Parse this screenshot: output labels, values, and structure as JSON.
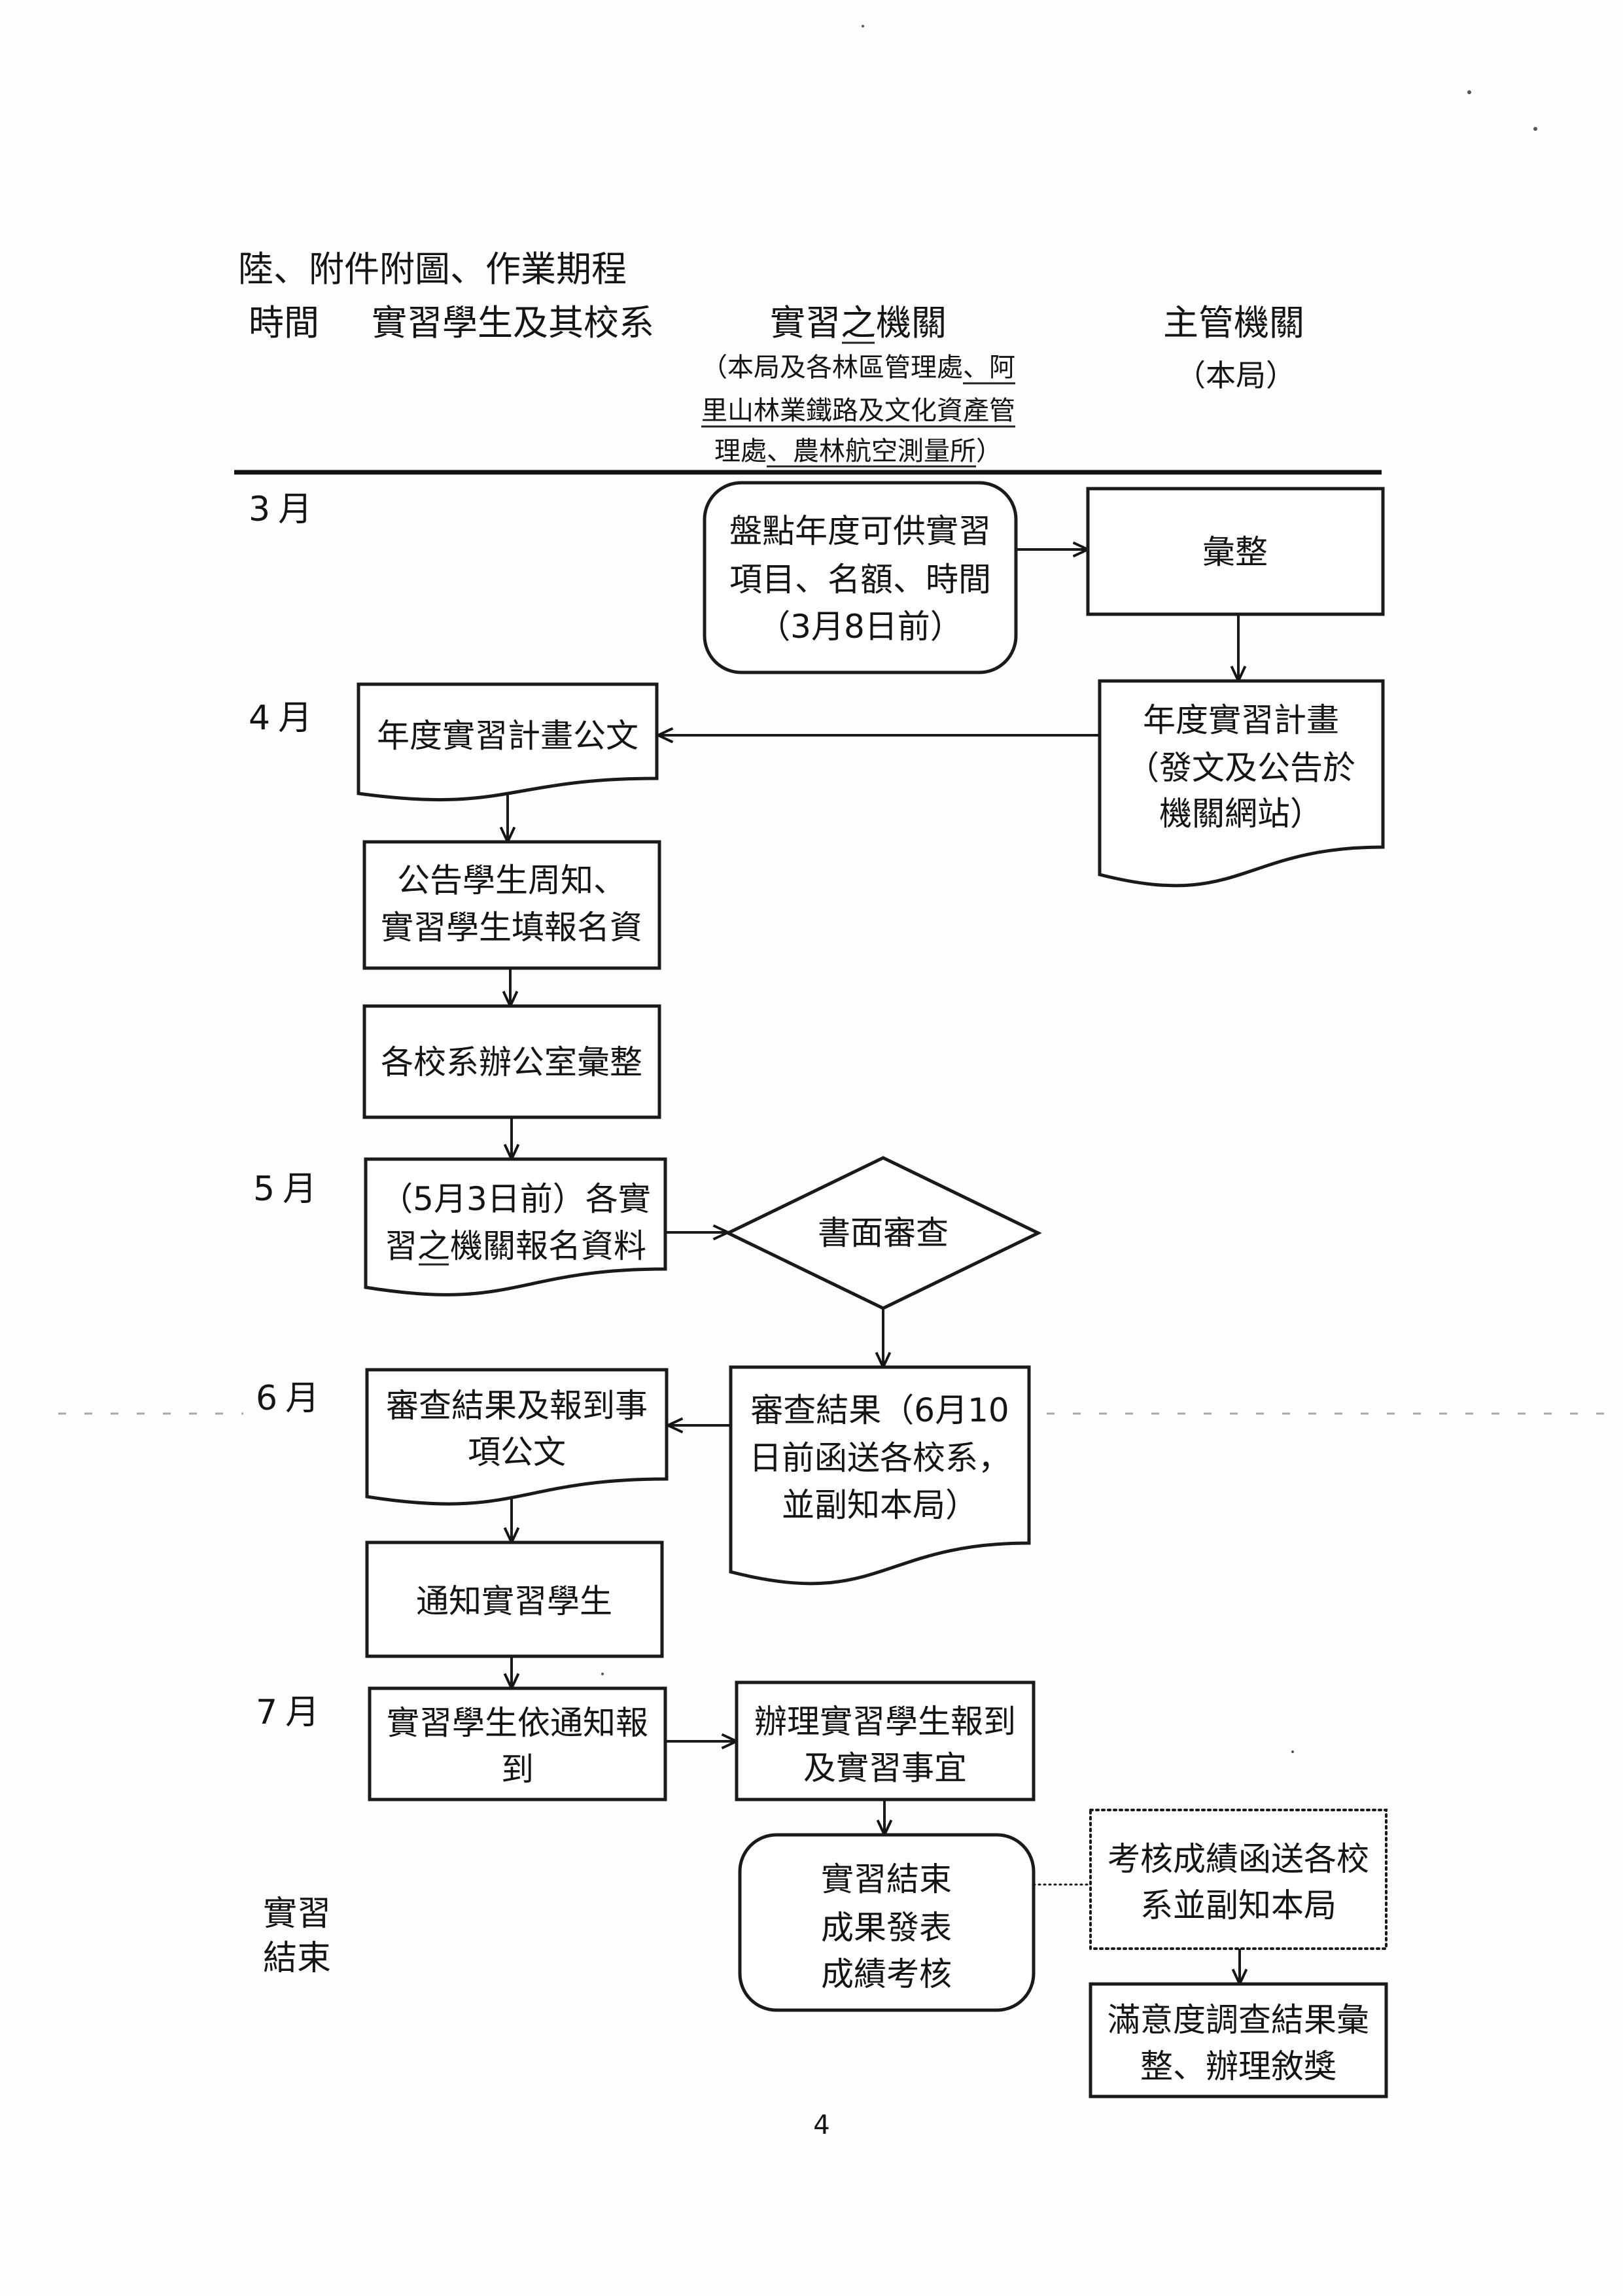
{
  "document": {
    "section_title": "陸、附件附圖、作業期程",
    "page_number": "4"
  },
  "columns": {
    "time": "時間",
    "students": "實習學生及其校系",
    "host_agency": {
      "label": "實習之機關",
      "note": [
        "（本局及各林區管理處、阿",
        "里山林業鐵路及文化資產管",
        "理處、農林航空測量所）"
      ]
    },
    "competent_authority": {
      "label": "主管機關",
      "note": "（本局）"
    }
  },
  "timeline": {
    "march": "3月",
    "april": "4月",
    "may": "5月",
    "june": "6月",
    "july": "7月",
    "internship_end": [
      "實習",
      "結束"
    ]
  },
  "flow": {
    "inventory": [
      "盤點年度可供實習",
      "項目、名額、時間",
      "（3月8日前）"
    ],
    "compile": [
      "彙整"
    ],
    "annual_plan": [
      "年度實習計畫",
      "（發文及公告於",
      "機關網站）"
    ],
    "plan_document": [
      "年度實習計畫公文"
    ],
    "announce": [
      "公告學生周知、",
      "實習學生填報名資"
    ],
    "school_compile": [
      "各校系辦公室彙整"
    ],
    "submit": [
      "（5月3日前）各實",
      "習之機關報名資料"
    ],
    "review": [
      "書面審查"
    ],
    "review_result": [
      "審查結果（6月10",
      "日前函送各校系，",
      "並副知本局）"
    ],
    "result_document": [
      "審查結果及報到事",
      "項公文"
    ],
    "notify": [
      "通知實習學生"
    ],
    "report": [
      "實習學生依通知報",
      "到"
    ],
    "handle": [
      "辦理實習學生報到",
      "及實習事宜"
    ],
    "internship_end": [
      "實習結束",
      "成果發表",
      "成績考核"
    ],
    "grades": [
      "考核成績函送各校",
      "系並副知本局"
    ],
    "satisfaction": [
      "滿意度調查結果彙",
      "整、辦理敘獎"
    ]
  }
}
